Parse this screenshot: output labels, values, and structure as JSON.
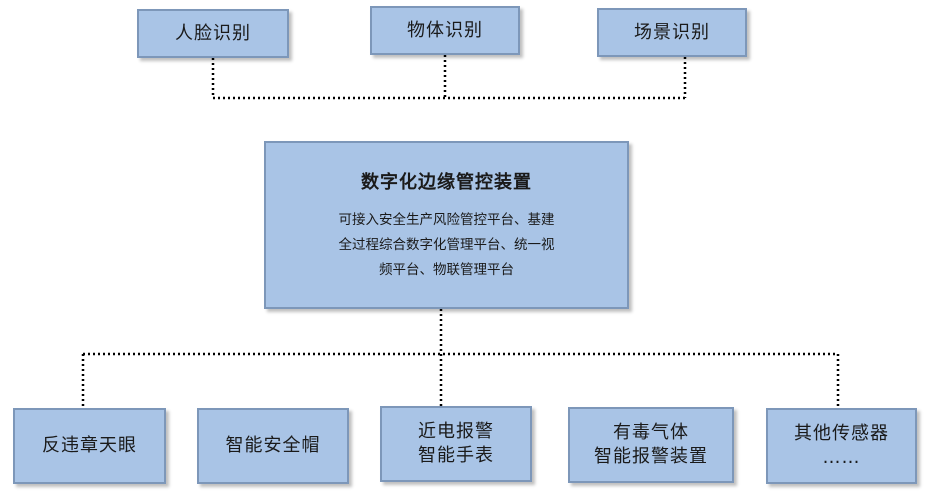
{
  "top_nodes": [
    "人脸识别",
    "物体识别",
    "场景识别"
  ],
  "center": {
    "title": "数字化边缘管控装置",
    "desc_lines": [
      "可接入安全生产风险管控平台、基建",
      "全过程综合数字化管理平台、统一视",
      "频平台、物联管理平台"
    ]
  },
  "bottom_nodes": [
    {
      "lines": [
        "反违章天眼"
      ]
    },
    {
      "lines": [
        "智能安全帽"
      ]
    },
    {
      "lines": [
        "近电报警",
        "智能手表"
      ]
    },
    {
      "lines": [
        "有毒气体",
        "智能报警装置"
      ]
    },
    {
      "lines": [
        "其他传感器",
        "……"
      ]
    }
  ],
  "colors": {
    "box_fill": "#a9c4e6",
    "box_border": "#7d97b9",
    "connector": "#000000"
  }
}
